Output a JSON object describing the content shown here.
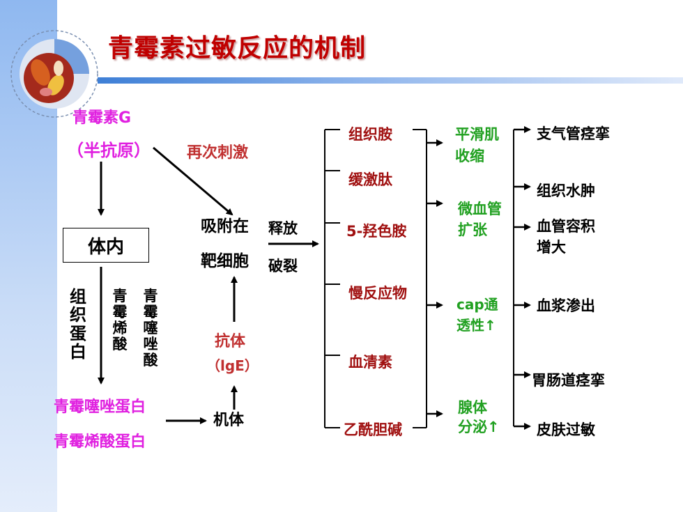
{
  "title": "青霉素过敏反应的机制",
  "left": {
    "penicillin": "青霉素G",
    "hapten": "（半抗原）",
    "in_body": "体内",
    "tissue_protein": "组织蛋白",
    "penicillenic_acid": "青霉烯酸",
    "penicilloic_acid": "青霉噻唑酸",
    "penicilloyl_protein": "青霉噻唑蛋白",
    "penicillenic_protein": "青霉烯酸蛋白"
  },
  "middle": {
    "restimulate": "再次刺激",
    "adsorb": "吸附在",
    "target_cell": "靶细胞",
    "release": "释放",
    "rupture": "破裂",
    "antibody": "抗体",
    "ige": "（lgE）",
    "organism": "机体"
  },
  "mediators": [
    "组织胺",
    "缓激肽",
    "5-羟色胺",
    "慢反应物",
    "血清素",
    "乙酰胆碱"
  ],
  "effects": {
    "smooth_muscle": "平滑肌",
    "contraction": "收缩",
    "microvessel": "微血管",
    "dilation": "扩张",
    "cap": "cap通",
    "permeability": "透性↑",
    "gland": "腺体",
    "secretion": "分泌↑"
  },
  "symptoms": {
    "bronchospasm": "支气管痉挛",
    "edema": "组织水肿",
    "volume1": "血管容积",
    "volume2": "增大",
    "plasma": "血浆渗出",
    "gi": "胃肠道痉挛",
    "skin": "皮肤过敏"
  },
  "colors": {
    "title": "#c00000",
    "magenta": "#e020e0",
    "red": "#c03030",
    "dark_red": "#a01010",
    "green": "#20a020",
    "sidebar": "#8fb8f0",
    "rule": "#3e7fd6"
  }
}
